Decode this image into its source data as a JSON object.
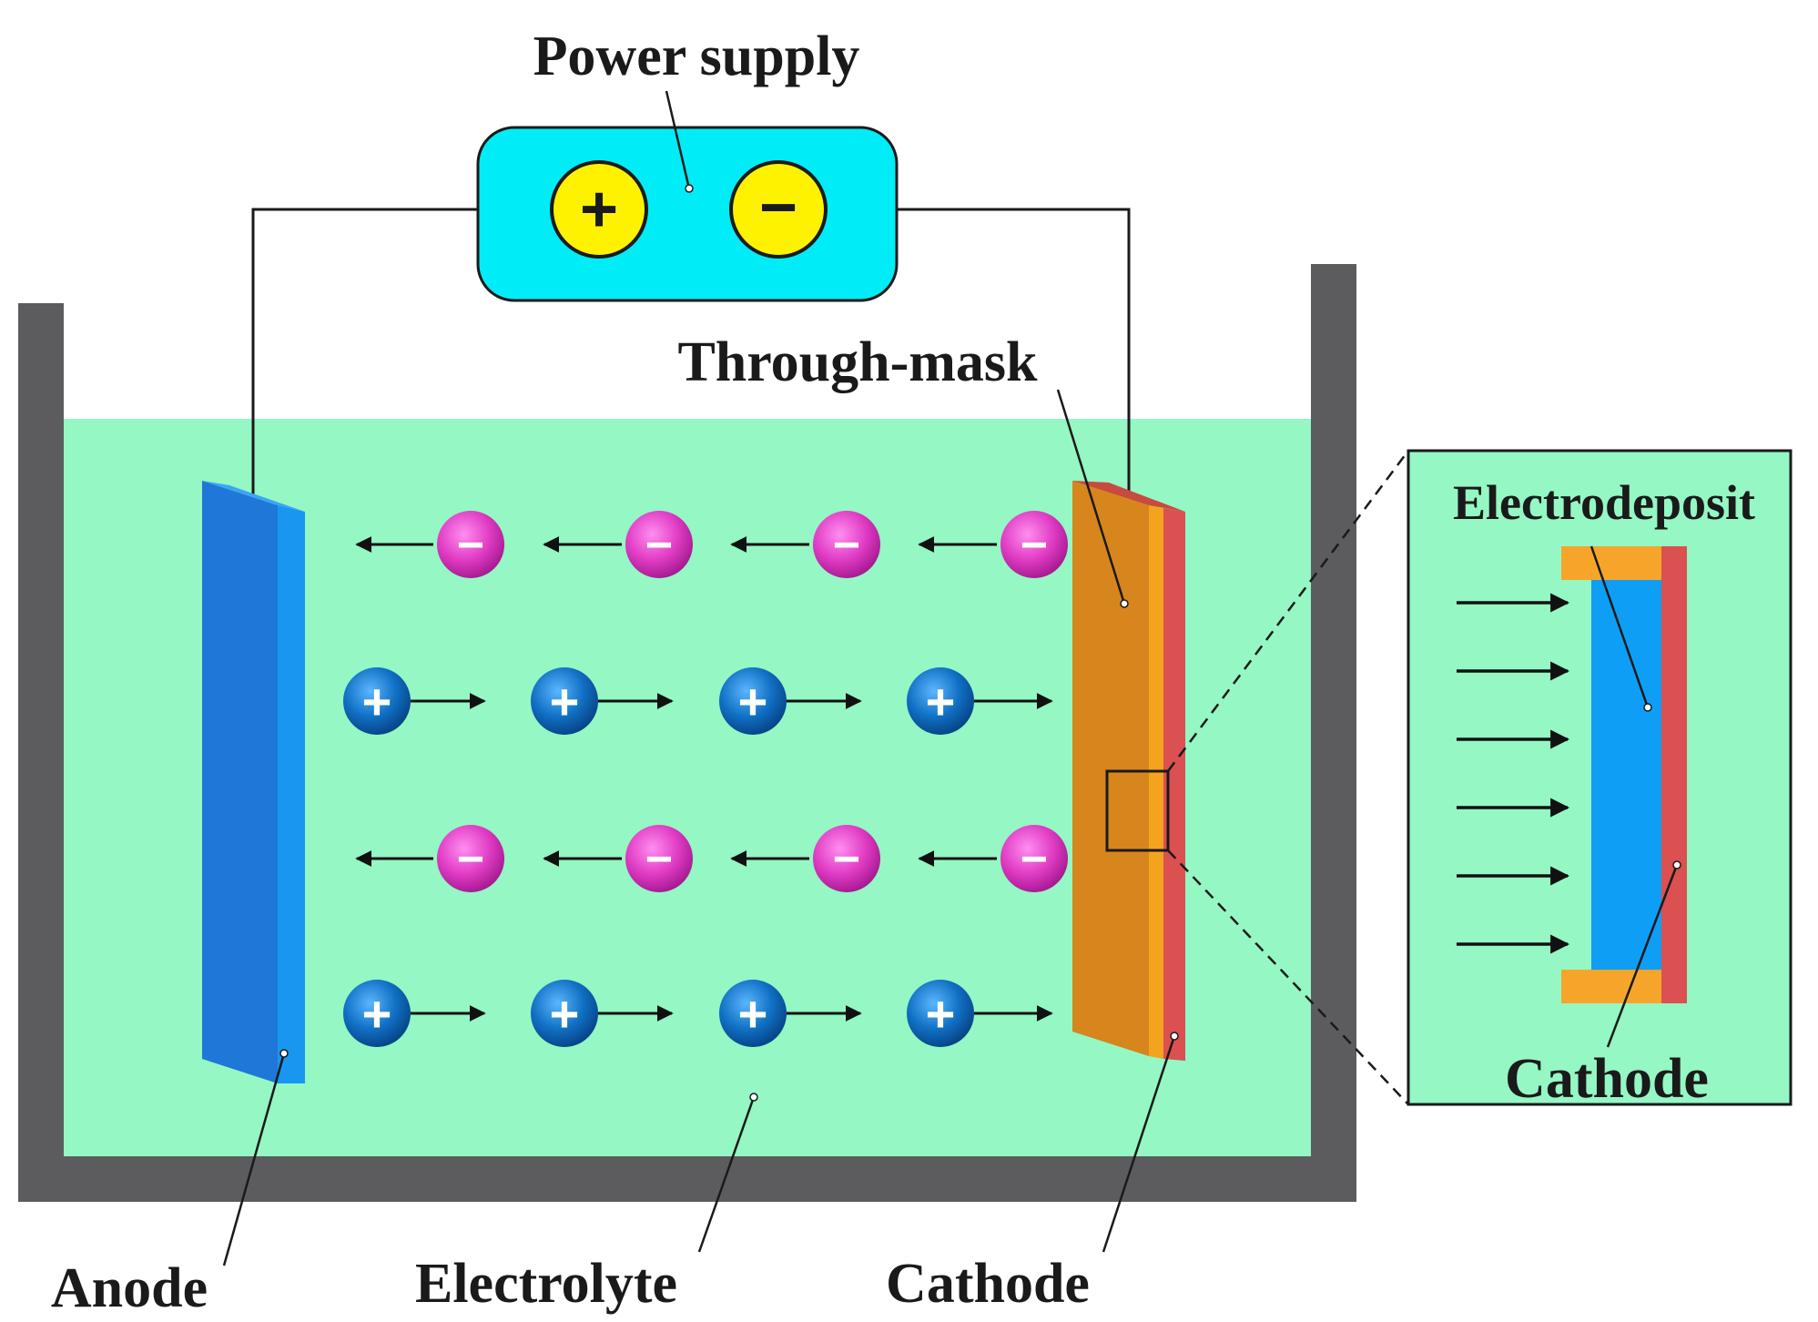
{
  "labels": {
    "power_supply": "Power supply",
    "through_mask": "Through-mask",
    "anode": "Anode",
    "electrolyte": "Electrolyte",
    "cathode": "Cathode",
    "inset_electrodeposit": "Electrodeposit",
    "inset_cathode": "Cathode"
  },
  "ions": {
    "negative_symbol": "−",
    "positive_symbol": "+"
  },
  "power_terminals": {
    "positive": "+",
    "negative": "−"
  },
  "colors": {
    "tank_wall": "#5c5c5e",
    "electrolyte": "#94f7c4",
    "power_supply_body": "#00ecf7",
    "terminal": "#fff200",
    "anode_front": "#1f77d8",
    "anode_side": "#1996f0",
    "mask": "#d6861c",
    "mask_edge": "#f4a31f",
    "cathode": "#db5050",
    "electrodeposit": "#0f9ef5",
    "negative_ion": "#e03cc4",
    "positive_ion": "#1070c4",
    "inset_mask": "#f7a52a"
  }
}
